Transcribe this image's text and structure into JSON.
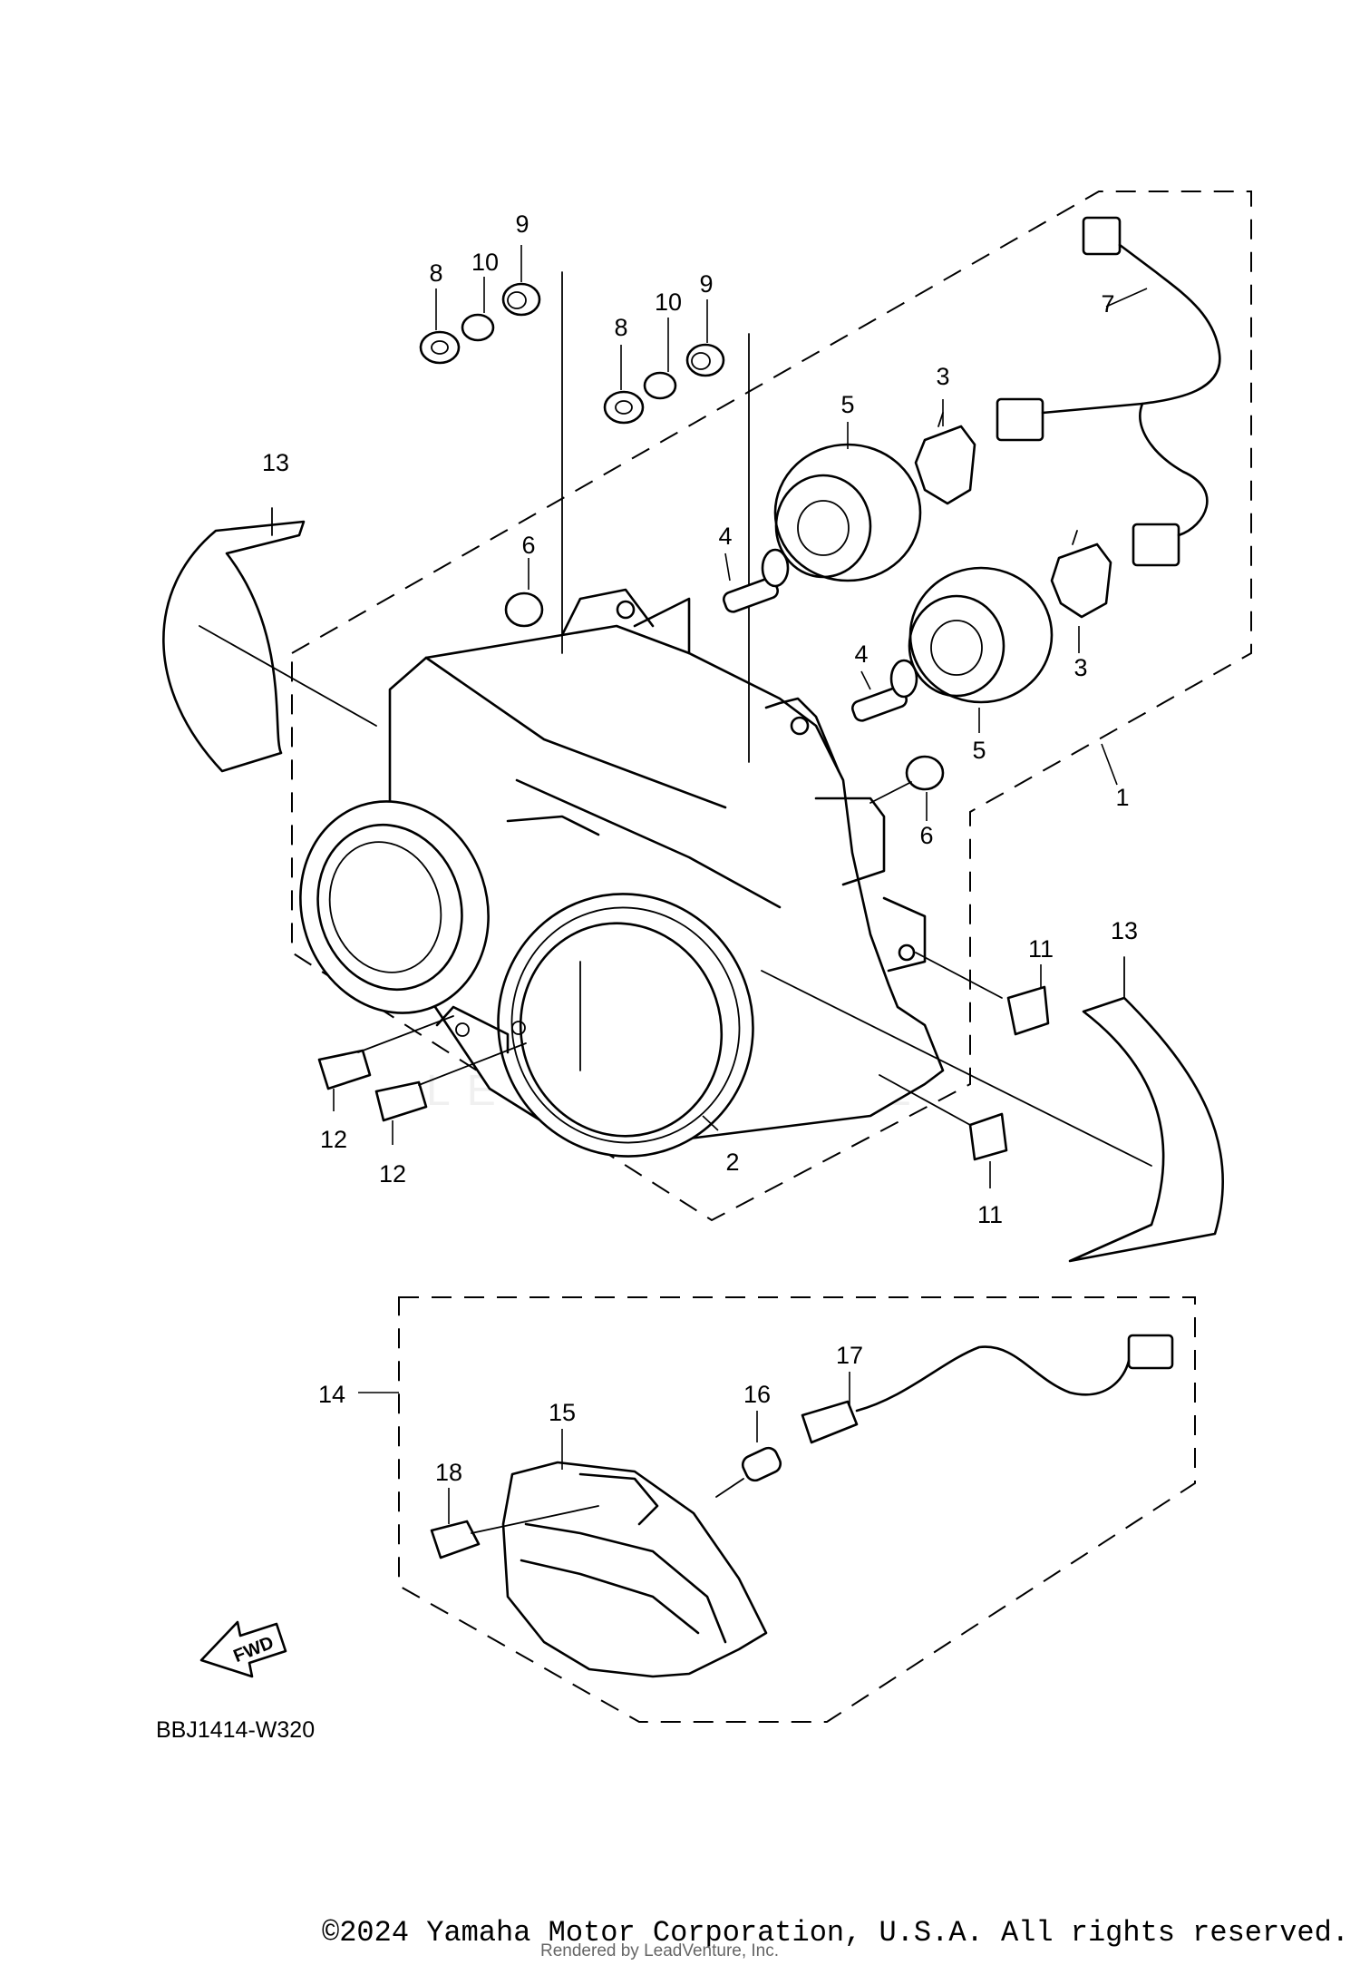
{
  "diagram": {
    "callouts": {
      "c1": "1",
      "c2": "2",
      "c3a": "3",
      "c3b": "3",
      "c4a": "4",
      "c4b": "4",
      "c5a": "5",
      "c5b": "5",
      "c6a": "6",
      "c6b": "6",
      "c7": "7",
      "c8a": "8",
      "c8b": "8",
      "c9a": "9",
      "c9b": "9",
      "c10a": "10",
      "c10b": "10",
      "c11a": "11",
      "c11b": "11",
      "c12a": "12",
      "c12b": "12",
      "c13a": "13",
      "c13b": "13",
      "c14": "14",
      "c15": "15",
      "c16": "16",
      "c17": "17",
      "c18": "18"
    },
    "fwd_label": "FWD",
    "diagram_code": "BBJ1414-W320",
    "watermark": "LEADVENTURE"
  },
  "footer": {
    "copyright": "©2024 Yamaha Motor Corporation, U.S.A. All rights reserved.",
    "rendered_by": "Rendered by LeadVenture, Inc."
  }
}
